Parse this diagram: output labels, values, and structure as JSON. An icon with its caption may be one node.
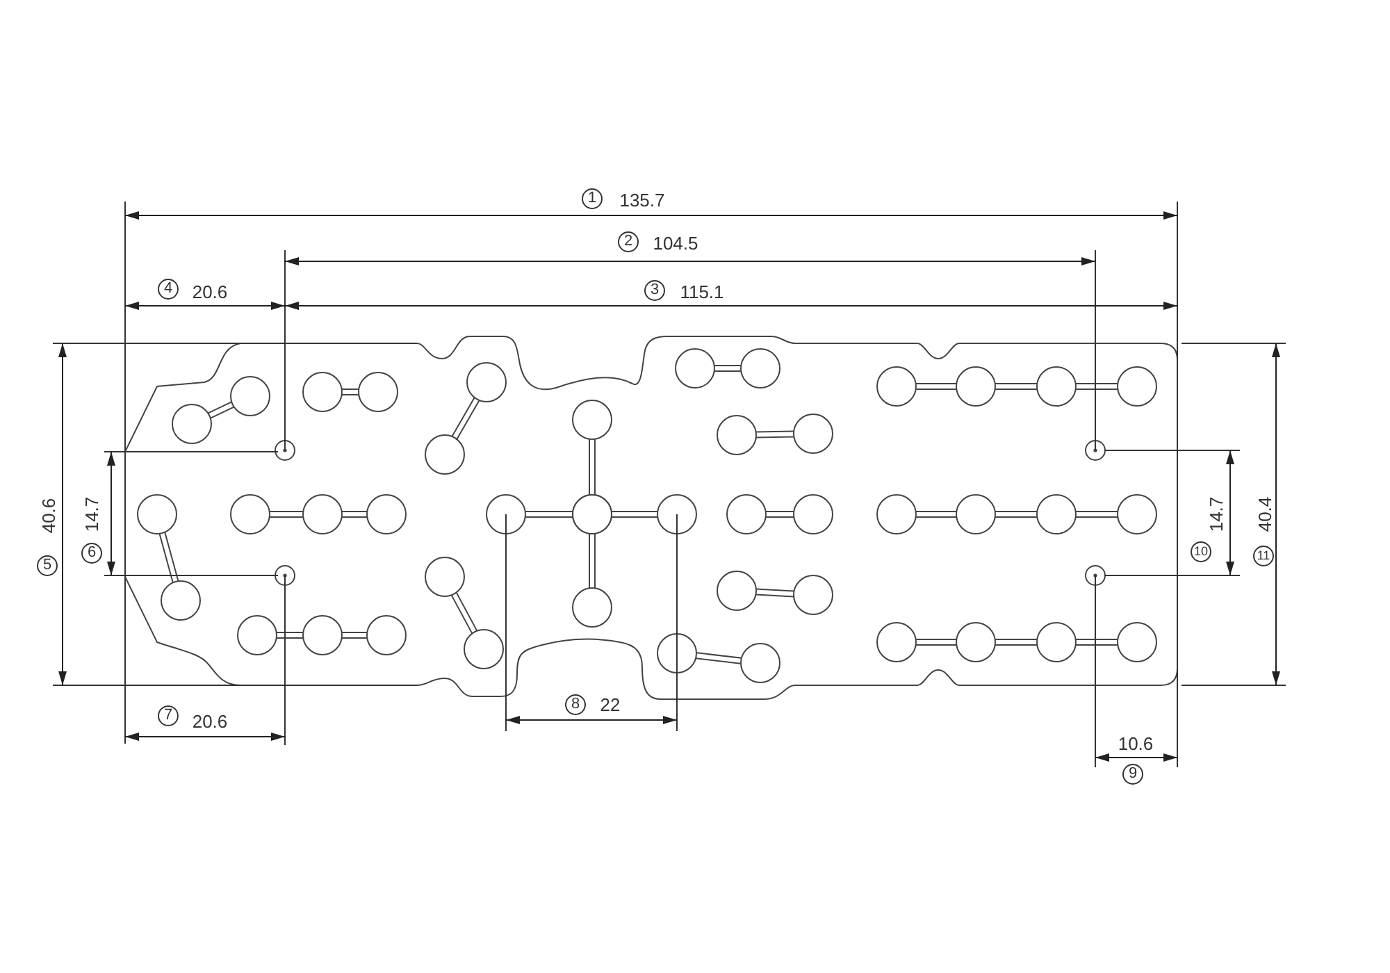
{
  "diagram": {
    "labels": [
      "1",
      "135.7",
      "2",
      "104.5",
      "4",
      "20.6",
      "3",
      "115.1",
      "5",
      "40.6",
      "6",
      "14.7",
      "10",
      "14.7",
      "11",
      "40.4",
      "8",
      "22",
      "7",
      "20.6",
      "10.6",
      "9"
    ]
  }
}
